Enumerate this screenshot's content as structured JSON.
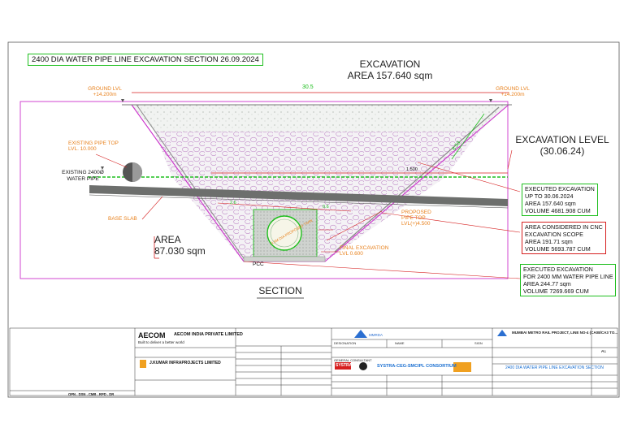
{
  "drawing": {
    "title": "2400 DIA WATER PIPE LINE EXCAVATION SECTION 26.09.2024",
    "excavation_heading": "EXCAVATION",
    "excavation_area": "AREA 157.640 sqm",
    "top_width": "30.5",
    "ground_lvl_left": [
      "GROUND LVL",
      "+14.200m"
    ],
    "ground_lvl_right": [
      "GROUND LVL",
      "+14.200m"
    ],
    "existing_pipe_top": [
      "EXISTING PIPE TOP",
      "LVL. 10.000"
    ],
    "existing_pipe": [
      "EXISTING 2400Ø",
      "WATER PIPE"
    ],
    "base_slab": "BASE SLAB",
    "excavation_level": [
      "EXCAVATION LEVEL",
      "(30.06.24)"
    ],
    "area_inner": [
      "AREA",
      "87.030 sqm"
    ],
    "proposed_pipe_top": [
      "PROPOSED",
      "PIPE TOP",
      "LVL(+)4.500"
    ],
    "final_excavation": [
      "FINAL EXCAVATION",
      "LVL 0.600"
    ],
    "pcc": "PCC",
    "section": "SECTION",
    "dim_slope": "8.53",
    "dim_1500": "1.500",
    "dim_26": "2.6",
    "dim_06": "0.6",
    "proposed_pipe_inner": "3.5M DIA PROPOSED TWIN"
  },
  "info_boxes": {
    "executed_june": [
      "EXECUTED EXCAVATION",
      "UP TO 30.06.2024",
      "AREA 157.640 sqm",
      "VOLUME  4681.908 CUM"
    ],
    "considered": [
      "AREA CONSIDERED IN  CNC",
      "EXCAVATION SCOPE",
      "AREA 191.71 sqm",
      "VOLUME  5693.787 CUM"
    ],
    "executed_2400": [
      "EXECUTED EXCAVATION",
      "FOR 2400 MM WATER PIPE LINE",
      "AREA 244.77 sqm",
      "VOLUME  7269.669 CUM"
    ]
  },
  "title_block": {
    "aecom_logo": "AECOM",
    "aecom_tagline": "Built to deliver a better world",
    "aecom_name": "AECOM INDIA PRIVATE LIMITED",
    "jkumar_name": "J.KUMAR INFRAPROJECTS LIMITED",
    "consortium": "SYSTRA-CEG-SMCIPL CONSORTIUM",
    "systra_logo": "SYSTRA",
    "project": "MUMBAI METRO RAIL PROJECT, LINE NO-4 (CA08/CA3 TO...",
    "drawing_name": "2400 DIA WATER PIPE LINE  EXCAVATION SECTION",
    "designation": "DESIGNATION",
    "name": "NAME",
    "sign": "SIGN",
    "general_consultant": "GENERAL CONSULTANT",
    "sheet_ref": "OPN . DSN . CMB . RPD . DR",
    "mmrda": "MMRDA",
    "rev": "A1"
  },
  "colors": {
    "outline": "#cc33cc",
    "green": "#1fbf1f",
    "red": "#d61f1f",
    "orange": "#e8821e",
    "gravel": "#eef2ee"
  }
}
